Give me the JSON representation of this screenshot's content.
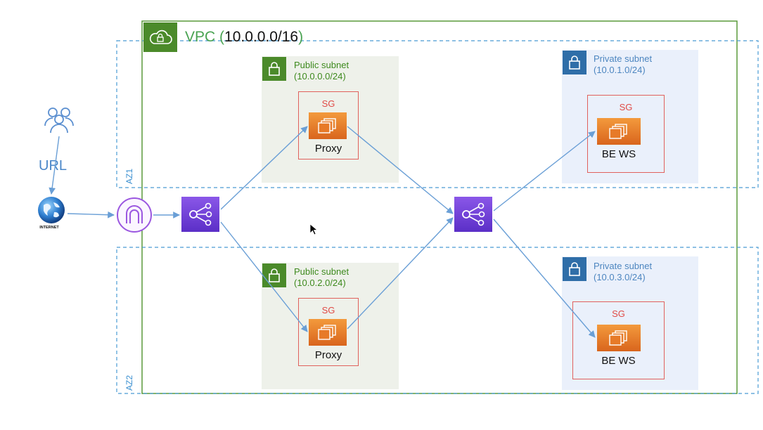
{
  "vpc": {
    "label_prefix": "VPC (",
    "cidr": "10.0.0.0/16",
    "label_suffix": ")"
  },
  "users": {
    "label": "URL"
  },
  "internet": {
    "label": "INTERNET"
  },
  "az": [
    {
      "label": "AZ1"
    },
    {
      "label": "AZ2"
    }
  ],
  "public_subnets": [
    {
      "title": "Public subnet",
      "cidr": "(10.0.0.0/24)",
      "sg": "SG",
      "instance": "Proxy"
    },
    {
      "title": "Public subnet",
      "cidr": "(10.0.2.0/24)",
      "sg": "SG",
      "instance": "Proxy"
    }
  ],
  "private_subnets": [
    {
      "title": "Private subnet",
      "cidr": "(10.0.1.0/24)",
      "sg": "SG",
      "instance": "BE WS"
    },
    {
      "title": "Private subnet",
      "cidr": "(10.0.3.0/24)",
      "sg": "SG",
      "instance": "BE WS"
    }
  ],
  "icons": {
    "vpc": "cloud-lock-icon",
    "users": "users-icon",
    "internet": "globe-icon",
    "igw": "internet-gateway-icon",
    "elb": "load-balancer-icon",
    "ec2": "ec2-instance-icon",
    "subnet": "lock-icon"
  },
  "colors": {
    "vpc_border": "#5a9a3a",
    "az_border": "#4a9bd4",
    "public_subnet_bg": "#eef1ea",
    "private_subnet_bg": "#eaf0fb",
    "sg_border": "#e0615c",
    "ec2": "#f0892c",
    "elb": "#6b3ed6",
    "arrow": "#6a9fd6"
  }
}
